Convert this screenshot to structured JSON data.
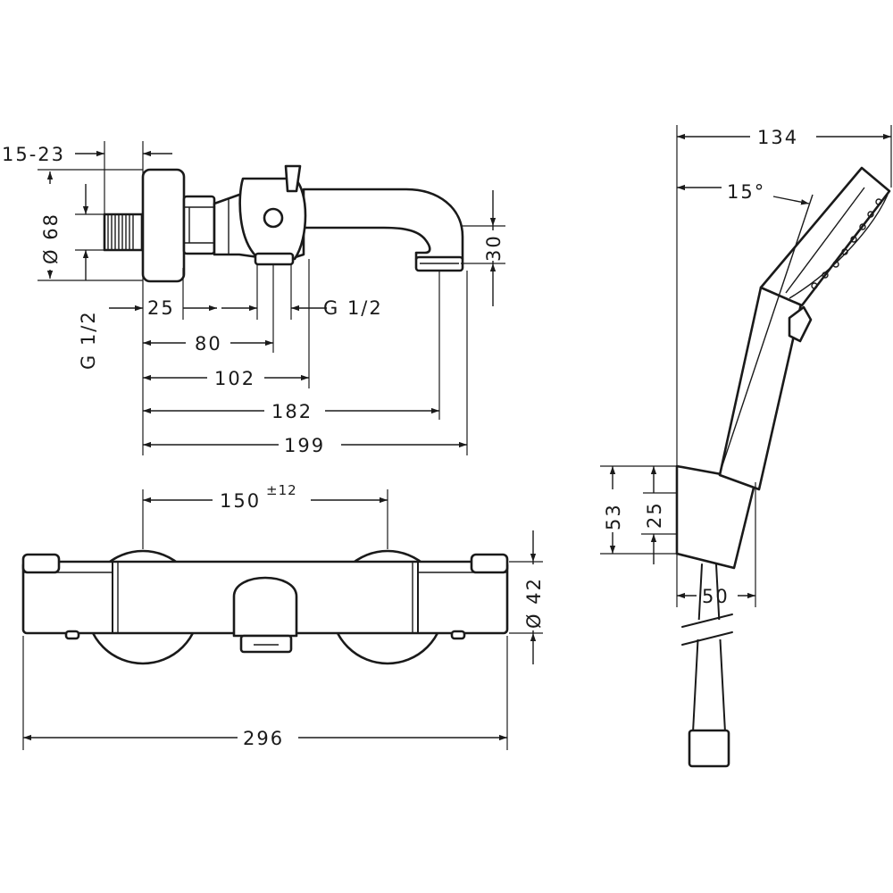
{
  "dimensions": {
    "pipe_range": "15-23",
    "diameter_68": "Ø 68",
    "thread_left": "G 1/2",
    "thread_right": "G 1/2",
    "d25_top": "25",
    "d80": "80",
    "d102": "102",
    "d182": "182",
    "d199": "199",
    "spout_height": "30",
    "centers": "150",
    "centers_tol": "±12",
    "body_diameter": "Ø 42",
    "overall_width": "296",
    "shower_width": "134",
    "angle": "15°",
    "holder_height": "53",
    "holder_offset": "25",
    "holder_depth": "50"
  }
}
